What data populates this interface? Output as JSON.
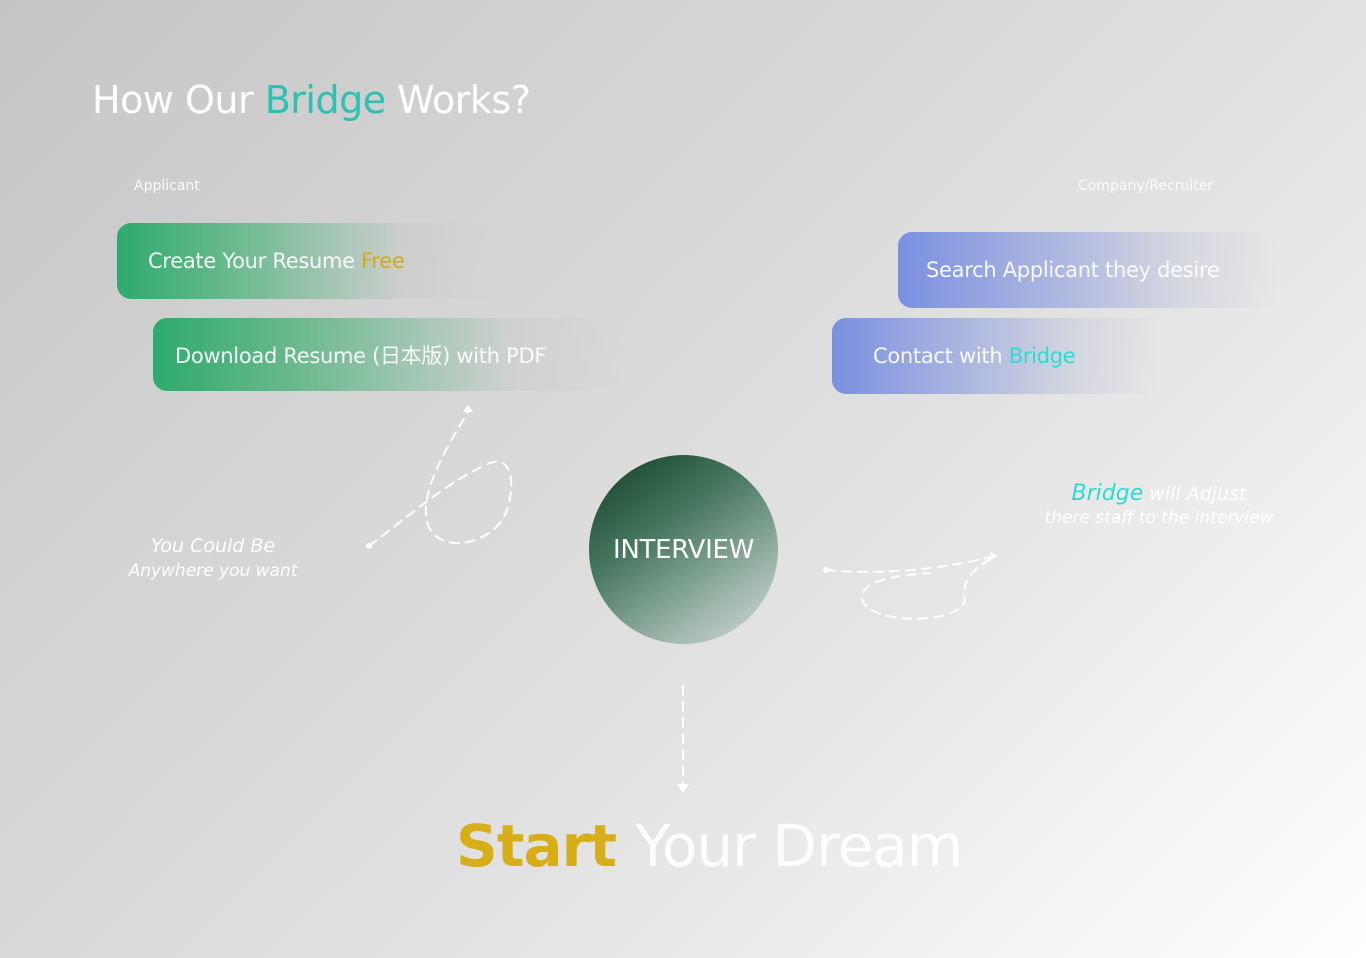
{
  "heading": {
    "prefix": "How Our",
    "highlight": "Bridge",
    "suffix": "Works?"
  },
  "labels": {
    "left": "Applicant",
    "right": "Company/Recruiter"
  },
  "pills": {
    "create_resume": {
      "text": "Create Your Resume",
      "highlight": "Free"
    },
    "download_resume": {
      "text": "Download Resume (日本版) with PDF"
    },
    "search_applicant": {
      "text": "Search Applicant they desire"
    },
    "contact": {
      "text": "Contact with",
      "highlight": "Bridge"
    }
  },
  "center": {
    "label": "INTERVIEW"
  },
  "notes": {
    "left": {
      "line1": "You Could Be",
      "line2": "Anywhere you want"
    },
    "right": {
      "highlight": "Bridge",
      "line1_rest": "will Adjust",
      "line2": "there staff to the interview"
    }
  },
  "cta": {
    "highlight": "Start",
    "rest": "Your Dream"
  },
  "colors": {
    "teal": "#2cc1b1",
    "gold": "#d6a718",
    "cyan": "#28dcd0",
    "green": "#2eaa6d",
    "blue": "#7a90e0",
    "circle_dark": "#0e3d23"
  }
}
